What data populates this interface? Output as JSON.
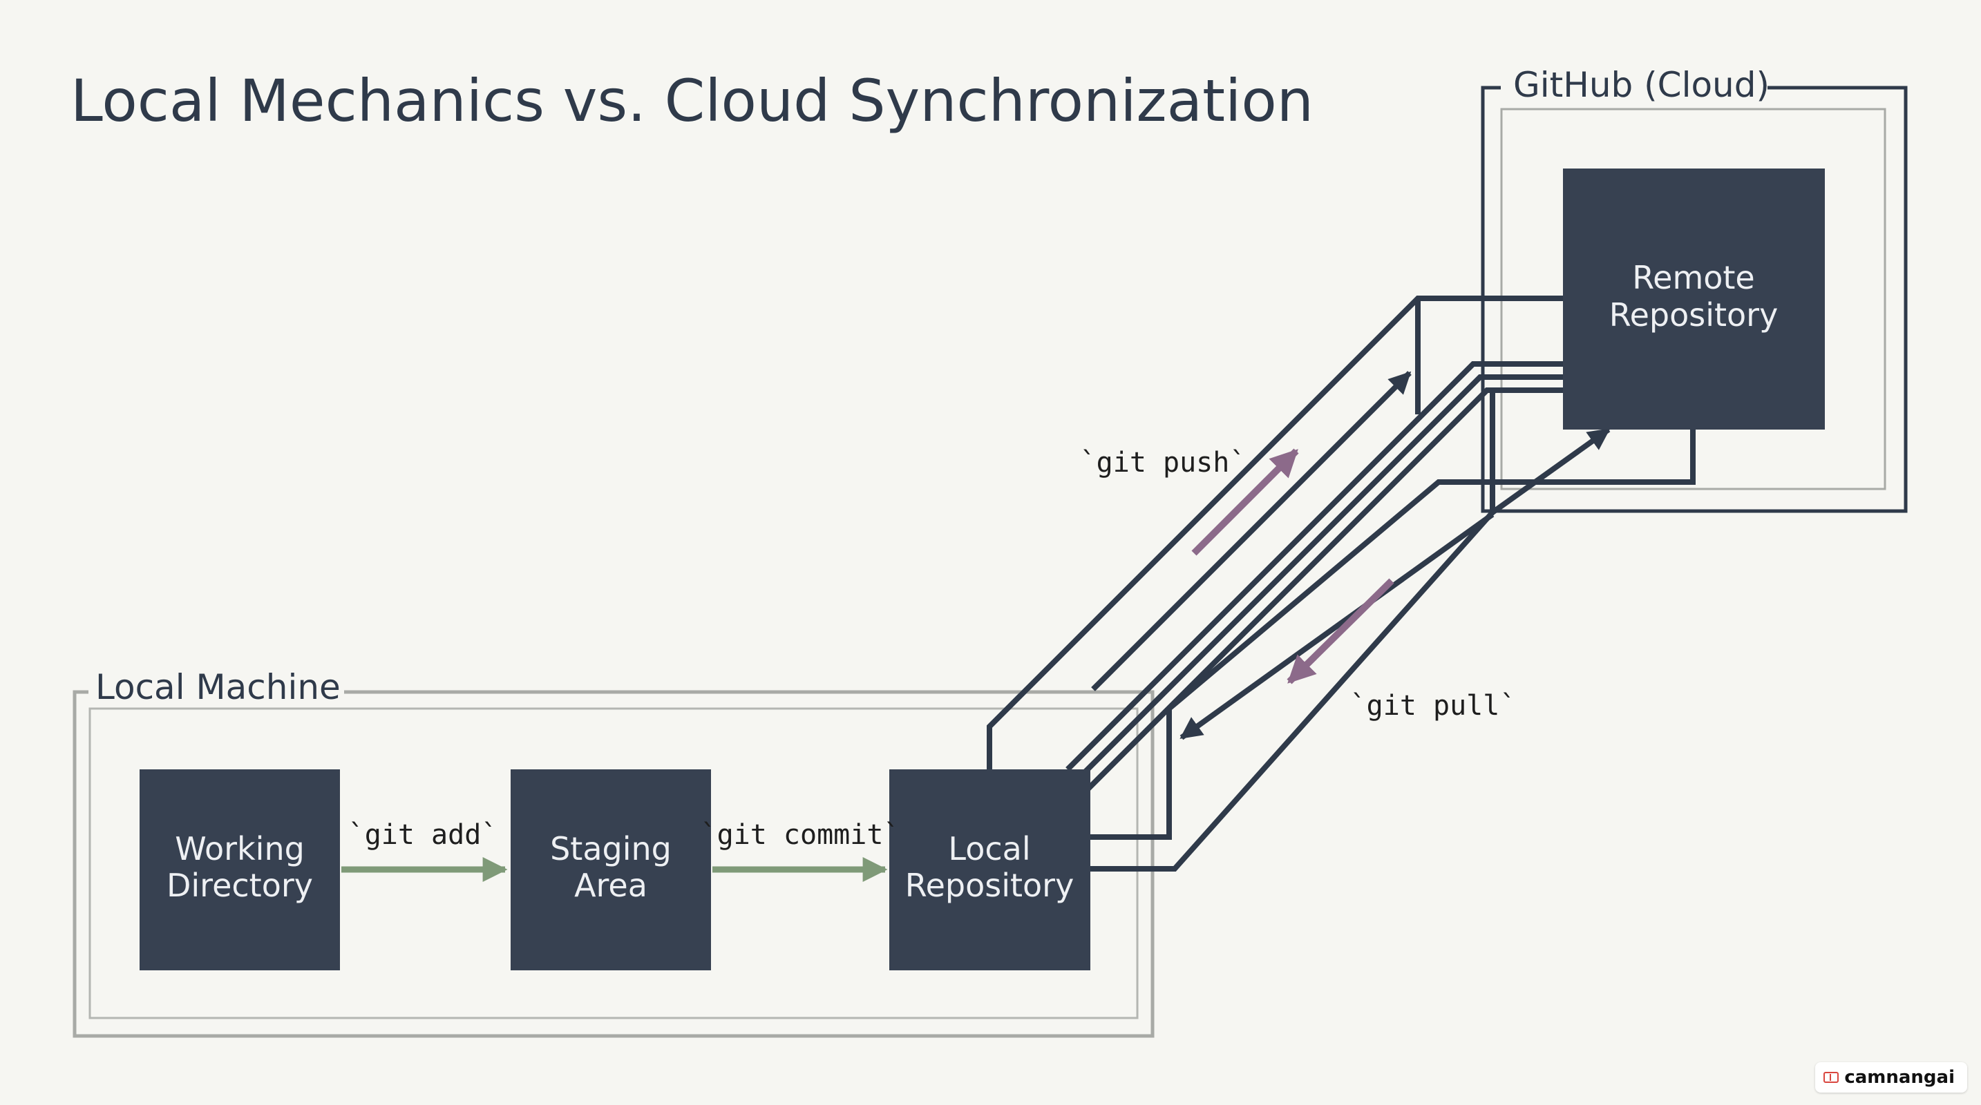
{
  "title": "Local Mechanics vs. Cloud Synchronization",
  "frames": {
    "local": "Local Machine",
    "cloud": "GitHub (Cloud)"
  },
  "nodes": {
    "working_directory": [
      "Working",
      "Directory"
    ],
    "staging_area": [
      "Staging",
      "Area"
    ],
    "local_repository": [
      "Local",
      "Repository"
    ],
    "remote_repository": [
      "Remote",
      "Repository"
    ]
  },
  "commands": {
    "add": "`git add`",
    "commit": "`git commit`",
    "push": "`git push`",
    "pull": "`git pull`"
  },
  "watermark": {
    "text": "camnangai",
    "icon": "book-icon"
  },
  "colors": {
    "background": "#f6f6f2",
    "node": "#374151",
    "wire": "#2f3a4a",
    "frame": "#a8aaa6",
    "frame_dark": "#2f3a4a",
    "add_commit_arrow": "#7f9a78",
    "push_pull_arrow": "#8c6a8a"
  }
}
